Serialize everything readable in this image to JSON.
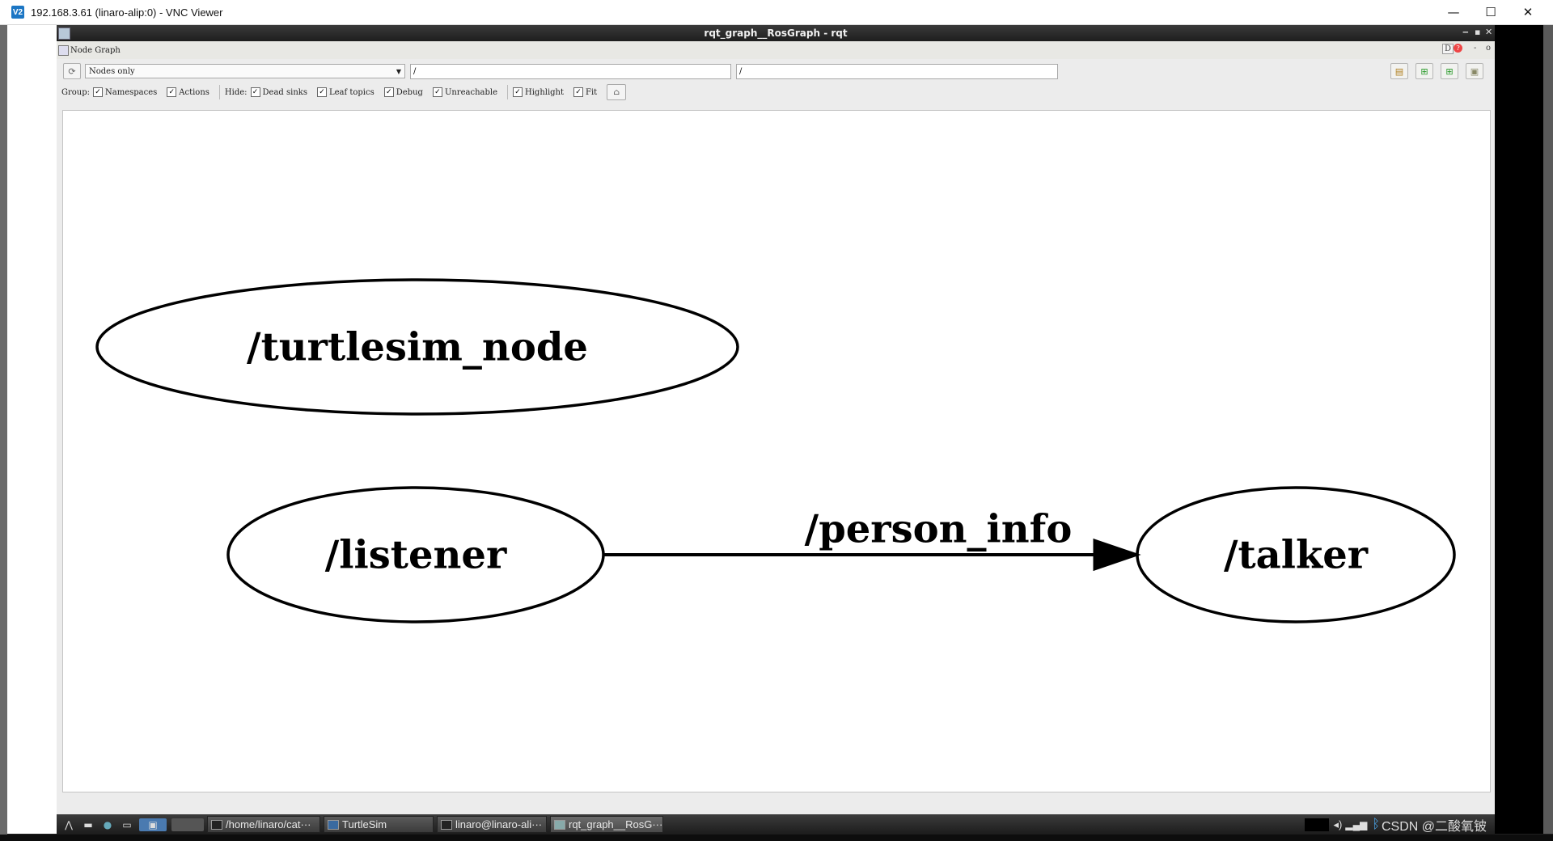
{
  "vnc": {
    "icon_text": "V2",
    "title": "192.168.3.61 (linaro-alip:0) - VNC Viewer",
    "minimize": "—",
    "maximize": "☐",
    "close": "✕"
  },
  "rqt": {
    "window_title": "rqt_graph__RosGraph - rqt",
    "plugin_title": "Node Graph",
    "header_buttons": {
      "d": "D",
      "help": "?",
      "minus": "-",
      "o": "o"
    },
    "mode_select": {
      "value": "Nodes only"
    },
    "node_filter": {
      "value": "/"
    },
    "topic_filter": {
      "value": "/"
    },
    "group_label": "Group:",
    "group_options": [
      {
        "label": "Namespaces",
        "checked": true
      },
      {
        "label": "Actions",
        "checked": true
      }
    ],
    "hide_label": "Hide:",
    "hide_options": [
      {
        "label": "Dead sinks",
        "checked": true
      },
      {
        "label": "Leaf topics",
        "checked": true
      },
      {
        "label": "Debug",
        "checked": true
      },
      {
        "label": "Unreachable",
        "checked": true
      }
    ],
    "view_options": [
      {
        "label": "Highlight",
        "checked": true
      },
      {
        "label": "Fit",
        "checked": true
      }
    ],
    "toolbar_icons": [
      "open-icon",
      "save-dot-icon",
      "save-svg-icon",
      "save-image-icon"
    ]
  },
  "graph": {
    "nodes": [
      {
        "id": "turtlesim",
        "label": "/turtlesim_node"
      },
      {
        "id": "listener",
        "label": "/listener"
      },
      {
        "id": "talker",
        "label": "/talker"
      }
    ],
    "edges": [
      {
        "from": "listener",
        "to": "talker",
        "label": "/person_info"
      }
    ]
  },
  "taskbar": {
    "tasks": [
      {
        "label": "/home/linaro/cat···"
      },
      {
        "label": "TurtleSim"
      },
      {
        "label": "linaro@linaro-ali···"
      },
      {
        "label": "rqt_graph__RosG···",
        "active": true
      }
    ],
    "tray_text": "CSDN @二酸氧铍"
  }
}
